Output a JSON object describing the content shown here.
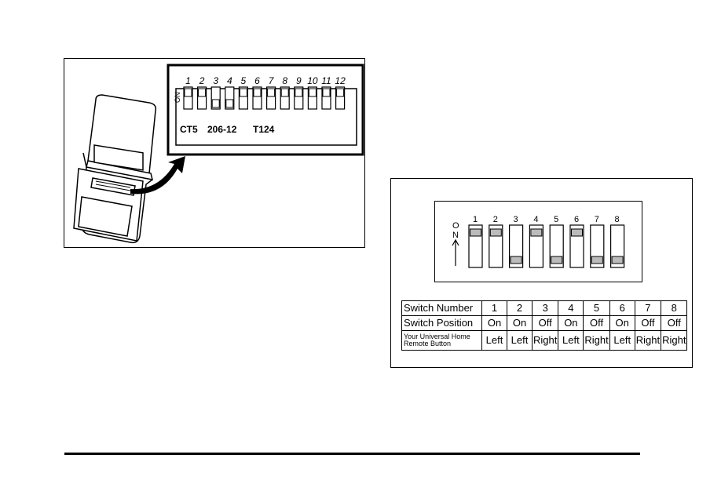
{
  "figure1": {
    "dip_numbers": [
      "1",
      "2",
      "3",
      "4",
      "5",
      "6",
      "7",
      "8",
      "9",
      "10",
      "11",
      "12"
    ],
    "on_mark": "ON",
    "codes": [
      "CT5",
      "206-12",
      "T124"
    ]
  },
  "figure2": {
    "on_label": "ON",
    "switch_numbers": [
      "1",
      "2",
      "3",
      "4",
      "5",
      "6",
      "7",
      "8"
    ],
    "switch_states": [
      "On",
      "On",
      "Off",
      "On",
      "Off",
      "On",
      "Off",
      "Off"
    ]
  },
  "table": {
    "row1_label": "Switch Number",
    "row2_label": "Switch Position",
    "row3_label_line1": "Your Universal Home",
    "row3_label_line2": "Remote Button",
    "numbers": [
      "1",
      "2",
      "3",
      "4",
      "5",
      "6",
      "7",
      "8"
    ],
    "positions": [
      "On",
      "On",
      "Off",
      "On",
      "Off",
      "On",
      "Off",
      "Off"
    ],
    "buttons": [
      "Left",
      "Left",
      "Right",
      "Left",
      "Right",
      "Left",
      "Right",
      "Right"
    ]
  }
}
